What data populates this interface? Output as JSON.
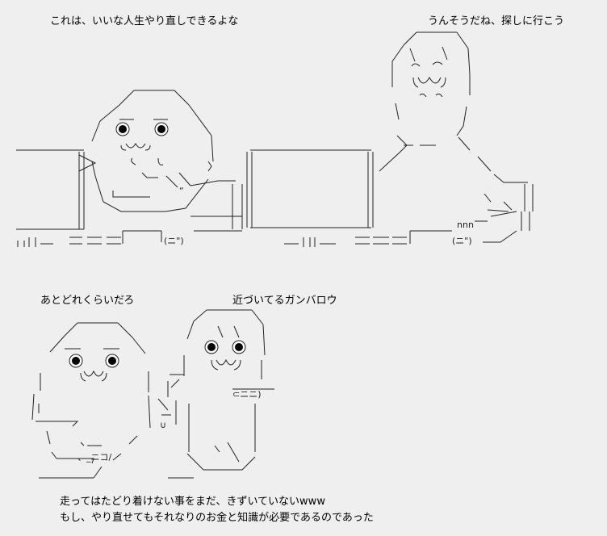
{
  "captions": {
    "top_left": "これは、いいな人生やり直しできるよな",
    "top_right": "うんそうだね、探しに行こう",
    "mid_left": "あとどれくらいだろ",
    "mid_right": "近づいてるガンバロウ",
    "bottom_line1": "走ってはたどり着けない事をまだ、きずいていないwww",
    "bottom_line2": "もし、やり直せてもそれなりのお金と知識が必要であるのであった"
  }
}
